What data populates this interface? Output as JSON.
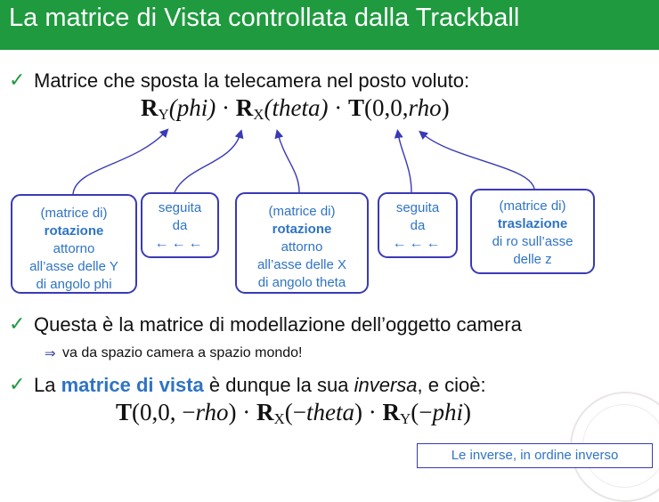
{
  "title": "La matrice di Vista controllata dalla Trackball",
  "bullets": {
    "b1": "Matrice che sposta la telecamera nel posto voluto:",
    "b2": "Questa è la matrice di modellazione dell’oggetto camera",
    "b2_sub": "va da spazio camera a spazio mondo!",
    "b3_pre": "La ",
    "b3_emph": "matrice di vista",
    "b3_mid": " è dunque la sua ",
    "b3_italic": "inversa",
    "b3_post": ", e cioè:"
  },
  "formula1": {
    "r": "R",
    "y_sub": "Y",
    "phi": "(phi)",
    "dot1": "·",
    "rx": "R",
    "x_sub": "X",
    "theta": "(theta)",
    "dot2": "·",
    "t": "T",
    "targs": "(0,0,",
    "rho": "rho",
    "close": ")"
  },
  "formula2": {
    "t": "T",
    "targs": "(0,0, −",
    "rho": "rho",
    "close1": ")",
    "dot1": "·",
    "rx": "R",
    "x_sub": "X",
    "open2": "(−",
    "theta": "theta",
    "close2": ")",
    "dot2": "·",
    "ry": "R",
    "y_sub": "Y",
    "open3": "(−",
    "phi": "phi",
    "close3": ")"
  },
  "boxes": {
    "box1": {
      "l1": "(matrice di)",
      "l2": "rotazione",
      "l3": "attorno",
      "l4": "all’asse delle Y",
      "l5": "di angolo phi"
    },
    "box2": {
      "l1": "seguita",
      "l2": "da",
      "arrows": "←←←"
    },
    "box3": {
      "l1": "(matrice di)",
      "l2": "rotazione",
      "l3": "attorno",
      "l4": "all’asse delle X",
      "l5": "di angolo theta"
    },
    "box4": {
      "l1": "seguita",
      "l2": "da",
      "arrows": "←←←"
    },
    "box5": {
      "l1": "(matrice di)",
      "l2": "traslazione",
      "l3": "di ro sull’asse",
      "l4": "delle z"
    }
  },
  "note": "Le inverse, in ordine inverso",
  "icons": {
    "check": "✓",
    "implies": "⇒"
  },
  "colors": {
    "title_bg": "#1f9a3f",
    "accent_blue": "#2f74c4",
    "box_border": "#3a3ab5",
    "check_green": "#1f9a3f"
  }
}
